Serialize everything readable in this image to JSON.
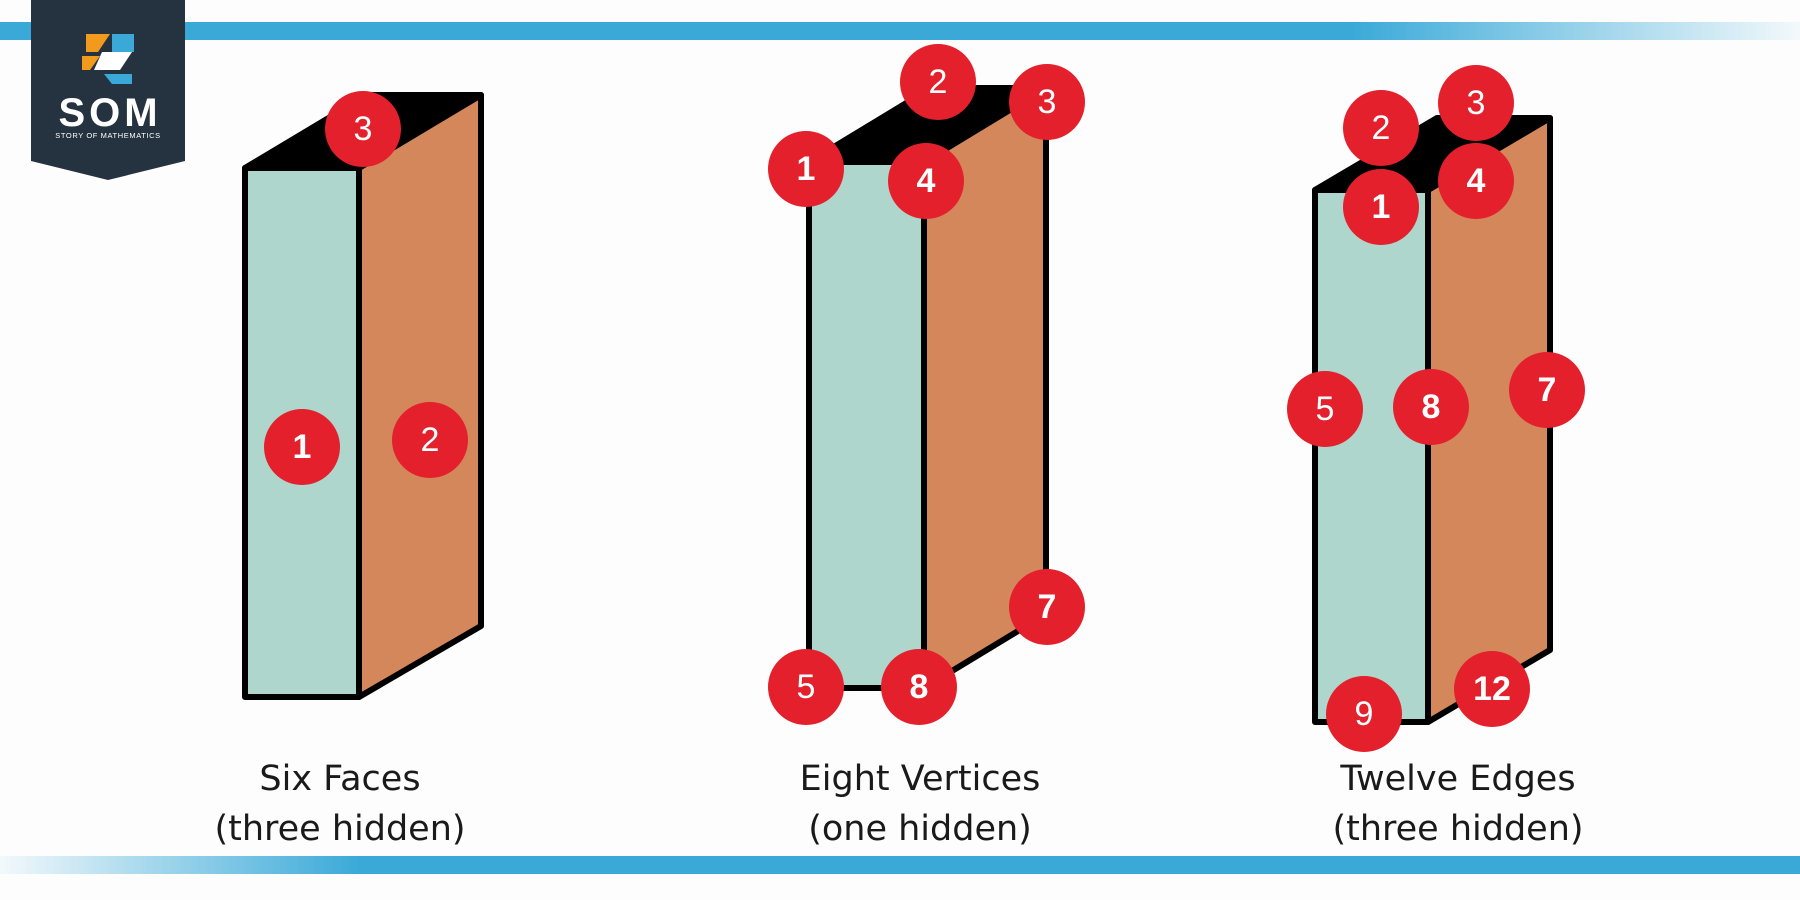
{
  "logo": {
    "text": "SOM",
    "subtitle": "STORY OF MATHEMATICS"
  },
  "panels": [
    {
      "caption_line1": "Six Faces",
      "caption_line2": "(three hidden)",
      "labels": [
        "1",
        "2",
        "3"
      ]
    },
    {
      "caption_line1": "Eight Vertices",
      "caption_line2": "(one hidden)",
      "labels": [
        "1",
        "2",
        "3",
        "4",
        "5",
        "7",
        "8"
      ]
    },
    {
      "caption_line1": "Twelve Edges",
      "caption_line2": "(three hidden)",
      "labels": [
        "1",
        "2",
        "3",
        "4",
        "5",
        "7",
        "8",
        "9",
        "12"
      ]
    }
  ],
  "colors": {
    "front_face": "#aed6cd",
    "side_face": "#d5875c",
    "top_face": "#000000",
    "badge": "#e3202b",
    "band": "#3aa9d8",
    "logo_bg": "#24333f"
  }
}
